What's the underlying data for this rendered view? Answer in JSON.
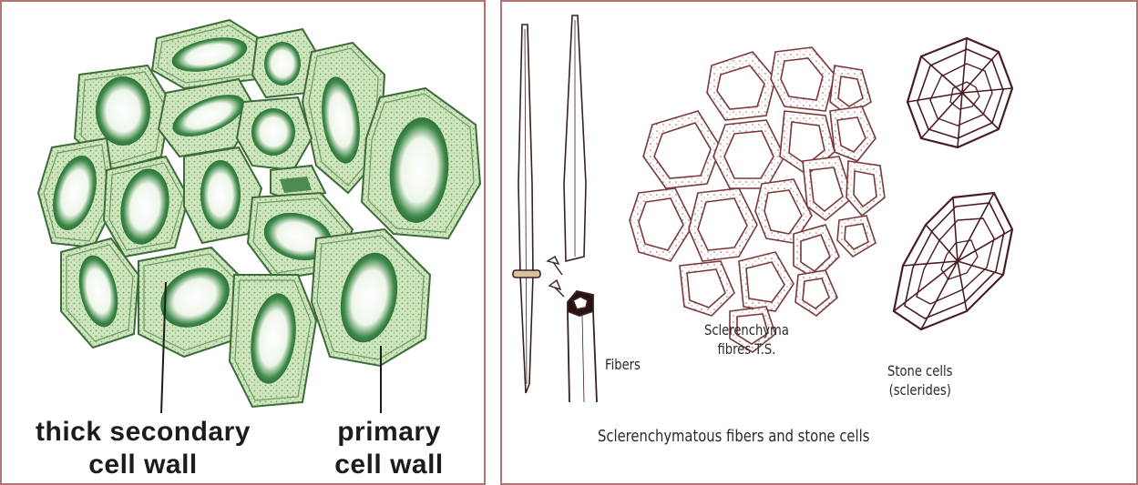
{
  "left": {
    "label_secondary_line1": "thick secondary",
    "label_secondary_line2": "cell wall",
    "label_primary_line1": "primary",
    "label_primary_line2": "cell wall"
  },
  "right": {
    "label_fibers": "Fibers",
    "label_sclerenchyma_line1": "Sclerenchyma",
    "label_sclerenchyma_line2": "fibres T.S.",
    "label_stone_line1": "Stone cells",
    "label_stone_line2": "(sclerides)",
    "caption": "Sclerenchymatous fibers and stone cells"
  },
  "colors": {
    "frame": "#b57373",
    "cell_green": "#c9e2b8",
    "cell_dark_green": "#2f7a3c",
    "sclerenchyma_line": "#7a3a3a",
    "stone_fill": "#4a1c22"
  }
}
